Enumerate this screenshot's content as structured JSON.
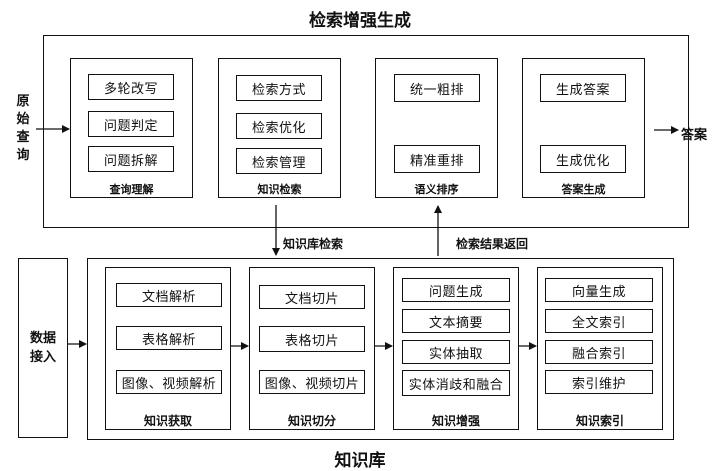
{
  "top_title": "检索增强生成",
  "bottom_title": "知识库",
  "input_label_chars": [
    "原",
    "始",
    "查",
    "询"
  ],
  "output_label": "答案",
  "down_label": "知识库检索",
  "up_label": "检索结果返回",
  "data_input_chars": [
    "数据",
    "接入"
  ],
  "rag_panels": [
    {
      "caption": "查询理解",
      "items": [
        "多轮改写",
        "问题判定",
        "问题拆解"
      ]
    },
    {
      "caption": "知识检索",
      "items": [
        "检索方式",
        "检索优化",
        "检索管理"
      ]
    },
    {
      "caption": "语义排序",
      "items": [
        "统一粗排",
        "精准重排"
      ]
    },
    {
      "caption": "答案生成",
      "items": [
        "生成答案",
        "生成优化"
      ]
    }
  ],
  "kb_panels": [
    {
      "caption": "知识获取",
      "items": [
        "文档解析",
        "表格解析",
        "图像、视频解析"
      ]
    },
    {
      "caption": "知识切分",
      "items": [
        "文档切片",
        "表格切片",
        "图像、视频切片"
      ]
    },
    {
      "caption": "知识增强",
      "items": [
        "问题生成",
        "文本摘要",
        "实体抽取",
        "实体消歧和融合"
      ]
    },
    {
      "caption": "知识索引",
      "items": [
        "向量生成",
        "全文索引",
        "融合索引",
        "索引维护"
      ]
    }
  ]
}
